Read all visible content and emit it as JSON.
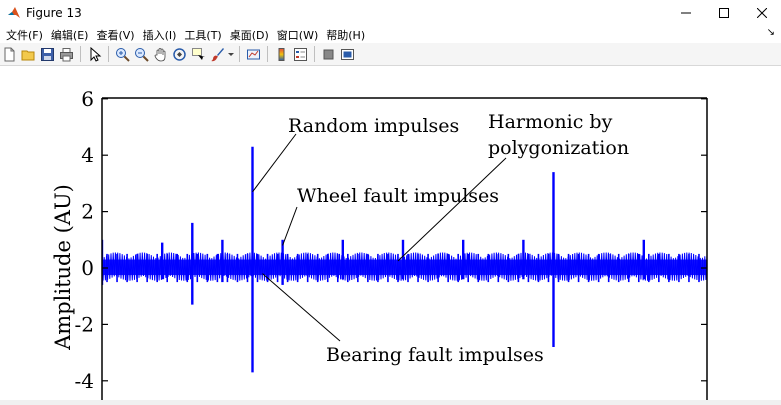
{
  "window": {
    "title": "Figure 13",
    "colors": {
      "titlebar": "#ffffff",
      "menubar": "#ffffff",
      "toolbar": "#f5f5f5",
      "figure_bg": "#ffffff",
      "signal": "#0000ff"
    }
  },
  "menu": {
    "items": [
      "文件(F)",
      "编辑(E)",
      "查看(V)",
      "插入(I)",
      "工具(T)",
      "桌面(D)",
      "窗口(W)",
      "帮助(H)"
    ],
    "dock_arrow": "↘"
  },
  "toolbar": {
    "icons": [
      "new-file-icon",
      "open-folder-icon",
      "save-icon",
      "print-icon",
      "pointer-icon",
      "zoom-in-icon",
      "zoom-out-icon",
      "pan-hand-icon",
      "rotate-3d-icon",
      "data-cursor-icon",
      "brush-icon",
      "link-plot-icon",
      "colorbar-icon",
      "legend-icon",
      "hide-plot-tools-icon",
      "show-plot-tools-icon"
    ]
  },
  "chart_data": {
    "type": "line",
    "ylabel": "Amplitude (AU)",
    "ylim": [
      -4.5,
      6
    ],
    "yticks": [
      "6",
      "4",
      "2",
      "0",
      "-2",
      "-4"
    ],
    "grid": false,
    "series": [
      {
        "color": "#0000ff",
        "baseline_band": [
          -0.25,
          0.3
        ],
        "bearing_impulse_period": 0.1,
        "spikes": [
          {
            "x": 0.0,
            "max": 1.0,
            "min": -0.6
          },
          {
            "x": 0.6,
            "max": 0.9,
            "min": -0.4
          },
          {
            "x": 0.9,
            "max": 1.6,
            "min": -1.3
          },
          {
            "x": 1.2,
            "max": 1.0,
            "min": -0.5
          },
          {
            "x": 1.5,
            "max": 4.3,
            "min": -3.7
          },
          {
            "x": 1.8,
            "max": 1.0,
            "min": -0.6
          },
          {
            "x": 2.4,
            "max": 1.0,
            "min": -0.4
          },
          {
            "x": 3.0,
            "max": 1.0,
            "min": -0.4
          },
          {
            "x": 3.6,
            "max": 1.0,
            "min": -0.4
          },
          {
            "x": 4.2,
            "max": 1.0,
            "min": -0.4
          },
          {
            "x": 4.5,
            "max": 3.4,
            "min": -2.8
          },
          {
            "x": 5.4,
            "max": 1.0,
            "min": -0.4
          }
        ]
      }
    ],
    "annotations": [
      {
        "text": "Random impulses",
        "target": {
          "x": 1.5,
          "y": 2.7
        }
      },
      {
        "text": "Wheel fault impulses",
        "target": {
          "x": 1.8,
          "y": 0.8
        }
      },
      {
        "text": "Harmonic by",
        "text2": "polygonization",
        "target": {
          "x": 2.95,
          "y": 0.25
        }
      },
      {
        "text": "Bearing fault impulses",
        "target": {
          "x": 1.6,
          "y": -0.2
        }
      }
    ]
  }
}
